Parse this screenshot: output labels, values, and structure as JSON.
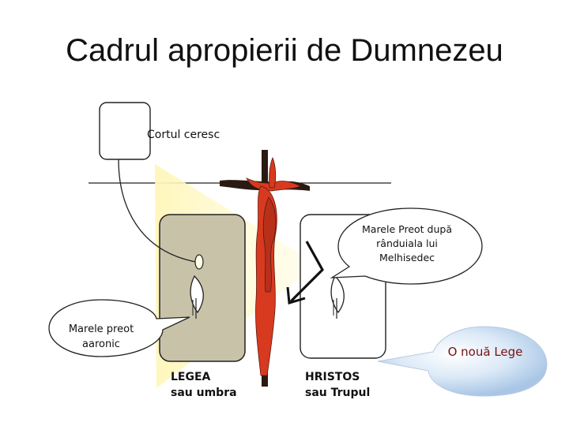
{
  "slide": {
    "title": "Cadrul apropierii de Dumnezeu"
  },
  "labels": {
    "heavenly_tabernacle": "Cortul ceresc",
    "law_title": "LEGEA",
    "law_subtitle": "sau umbra",
    "christ_title": "HRISTOS",
    "christ_subtitle": "sau Trupul",
    "melchizedek_priest": "Marele Preot după rânduiala lui Melhisedec",
    "aaronic_priest": "Marele preot aaronic",
    "new_law": "O nouă Lege"
  },
  "colors": {
    "law_box_fill": "#c8c3a8",
    "light_beam": "#fff9c4",
    "cross": "#2a1a12",
    "figure_red": "#d83a1f",
    "new_law_bubble": "#c9dff3",
    "new_law_text": "#7a1010",
    "outline": "#222222"
  },
  "icons": {
    "cross": "cross-icon",
    "candle": "candle-flame-icon",
    "lightning": "lightning-arrow-icon"
  }
}
